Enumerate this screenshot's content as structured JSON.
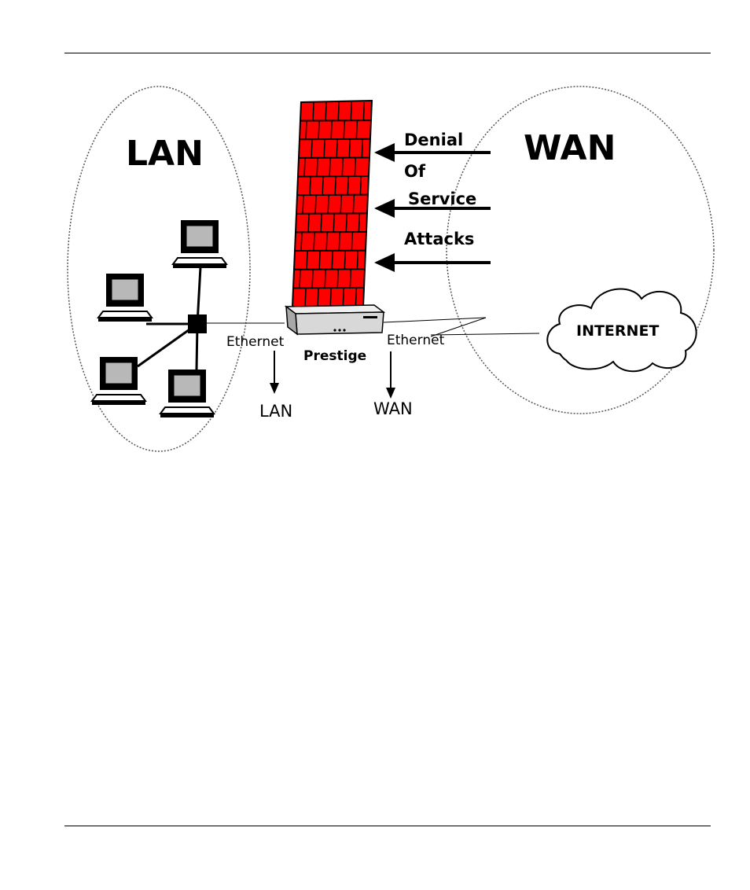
{
  "diagram": {
    "lan_zone_label": "LAN",
    "wan_zone_label": "WAN",
    "attack_lines": [
      "Denial",
      "Of",
      "Service",
      "Attacks"
    ],
    "device_label": "Prestige",
    "lan_ethernet_label": "Ethernet",
    "wan_ethernet_label": "Ethernet",
    "lan_port_label": "LAN",
    "wan_port_label": "WAN",
    "internet_label": "INTERNET"
  },
  "colors": {
    "firewall_brick": "#ff0000",
    "firewall_mortar": "#000000",
    "device_body": "#d8d8d8",
    "monitor_screen": "#b8b8b8"
  }
}
